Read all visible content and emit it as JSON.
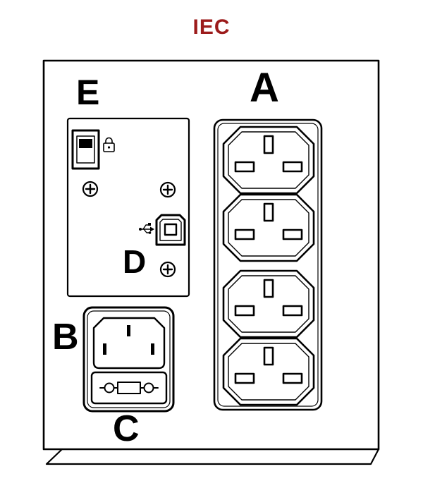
{
  "title": "IEC",
  "labels": {
    "outlet_bank": "A",
    "power_inlet": "B",
    "fuse_holder": "C",
    "usb_b_port": "D",
    "usb_a_port": "E"
  },
  "colors": {
    "title": "#9c1b1b",
    "line": "#000000",
    "background": "#ffffff"
  },
  "icons": {
    "padlock": "padlock-icon",
    "usb": "usb-icon",
    "screw": "phillips-screw-icon"
  },
  "outlet_count": "4"
}
